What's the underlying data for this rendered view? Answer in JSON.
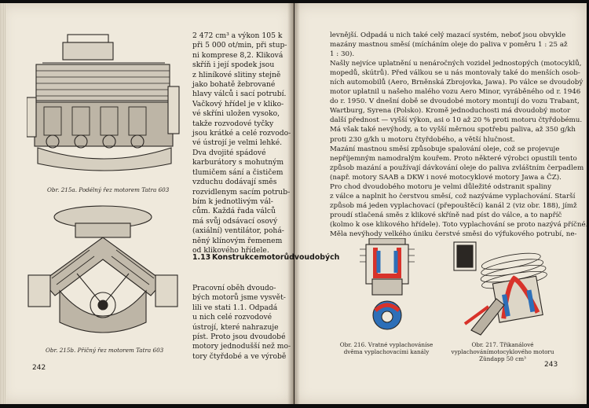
{
  "left_page": {
    "page_number": "242",
    "top_text_lines": [
      "2 472 cm³ a výkon 105 k",
      "při 5 000 ot/min, při stup-",
      "ni komprese 8,2. Kliková",
      "skříň i její spodek jsou",
      "z hliníkové slitiny stejně",
      "jako bohatě žebrované",
      "hlavy válců i sací potrubí.",
      "Vačkový hřídel je v kliko-",
      "vé skříni uložen vysoko,",
      "takže rozvodové tyčky",
      "jsou krátké a celé rozvodo-",
      "vé ústrojí je velmi lehké.",
      "Dva dvojité spádové",
      "karburátory s mohutným",
      "tlumičem sání a čističem",
      "vzduchu dodávají směs",
      "rozvidlenym sacím potrub-",
      "bím k jednotlivým vál-",
      "cům. Každá řada válců",
      "má svůj odsávací osový",
      "(axiální) ventilátor, pohá-",
      "něný klínovým řemenem",
      "od klikového hřídele."
    ],
    "section_number": "1.13",
    "section_title_lines": [
      "Konstrukce",
      "motorů",
      "dvoudobých"
    ],
    "bottom_text_lines": [
      "Pracovní oběh dvoudo-",
      "bých motorů jsme vysvět-",
      "lili ve stati 1.1. Odpadá",
      "u nich celé rozvodové",
      "ústrojí, které nahrazuje",
      "píst. Proto jsou dvoudobé",
      "motory jednodušší než mo-",
      "tory čtyřdobé a ve výrobě"
    ],
    "caption_a": "Obr. 215a. Podélný řez motorem Tatra 603",
    "caption_b": "Obr. 215b. Příčný řez motorem Tatra 603"
  },
  "right_page": {
    "page_number": "243",
    "text_lines": [
      "levnější. Odpadá u nich také celý mazací systém, neboť jsou obvykle",
      "mazány mastnou směsí (mícháním oleje do paliva v poměru 1 : 25 až",
      "1 : 30).",
      "Našly nejvíce uplatnění u nenáročných vozidel jednostopých (motocyklů,",
      "mopedů, skútrů). Před válkou se u nás montovaly také do menších osob-",
      "ních automobilů (Aero, Brněnská Zbrojovka, Jawa). Po válce se dvoudobý",
      "motor uplatnil u našeho malého vozu Aero Minor, vyráběného od r. 1946",
      "do r. 1950. V dnešní době se dvoudobé motory montují do vozu Trabant,",
      "Wartburg, Syrena (Polsko). Kromě jednoduchosti má dvoudobý motor",
      "další přednost — vyšší výkon, asi o 10 až 20 % proti motoru čtyřdobému.",
      "Má však také nevýhody, a to vyšší měrnou spotřebu paliva, až 350 g/kh",
      "proti 230 g/kh u motoru čtyřdobého, a větší hlučnost.",
      "Mazání mastnou směsí způsobuje spalování oleje, což se projevuje",
      "nepříjemným namodralým kouřem. Proto některé výrobci opustili tento",
      "způsob mazání a používají dávkování oleje do paliva zvláštním čerpadlem",
      "(např. motory SAAB a DKW i nové motocyklové motory Jawa a ČZ).",
      "Pro chod dvoudobého motoru je velmi důležité odstranit spaliny",
      "z válce a naplnit ho čerstvou směsí, což nazýváme vyplachování. Starší",
      "způsob má jeden vyplachovací (přepouštěcí) kanál 2 (viz obr. 188), jímž",
      "proudí stlačená směs z klikové skříně nad píst do válce, a to napříč",
      "(kolmo k ose klikového hřídele). Toto vyplachování se proto nazývá příčné.",
      "Měla nevýhody velkého úniku čerstvé směsi do výfukového potrubí, ne-"
    ],
    "caption_216_lines": [
      "Obr. 216. Vratné vyplachování",
      "se dvěma vyplachovacími kanály"
    ],
    "caption_217_lines": [
      "Obr. 217. Třikanálové vyplachování",
      "motocyklového motoru Zündapp 50 cm³"
    ]
  }
}
